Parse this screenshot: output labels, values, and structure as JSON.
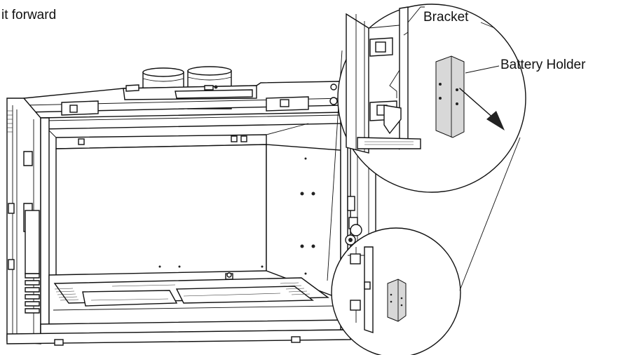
{
  "instruction_text": "it forward",
  "callouts": {
    "bracket": "Bracket",
    "battery_holder": "Battery Holder"
  },
  "colors": {
    "line": "#111111",
    "background": "#ffffff",
    "fill_gray": "#d8d8d8"
  }
}
